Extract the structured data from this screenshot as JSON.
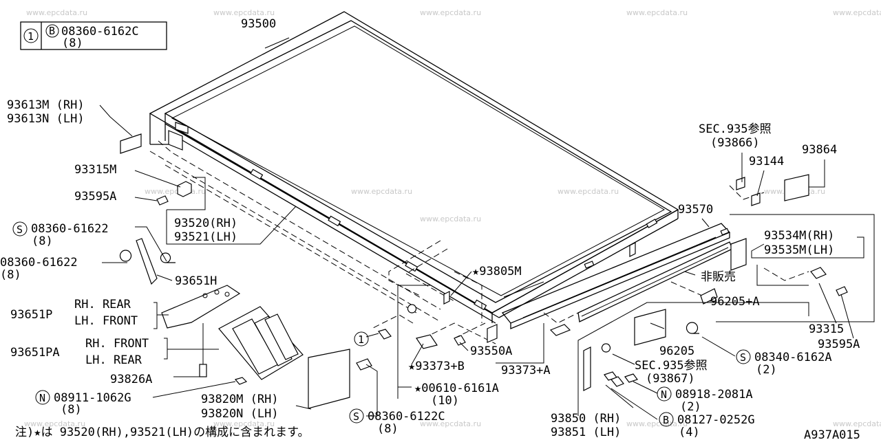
{
  "watermark": "www.epcdata.ru",
  "figure_code": "A937A015",
  "note": "注)★は 93520(RH),93521(LH)の構成に含まれます。",
  "legend": {
    "index": "1",
    "circle_letter": "B",
    "part": "08360-6162C",
    "qty": "(8)"
  },
  "labels": {
    "l93500": "93500",
    "l93613m": "93613M (RH)",
    "l93613n": "93613N (LH)",
    "l93315m": "93315M",
    "l93595a_l": "93595A",
    "l93520": "93520(RH)",
    "l93521": "93521(LH)",
    "s_part": "08360-61622",
    "s_qty": "(8)",
    "s_letter": "S",
    "bolt_part": "08360-61622",
    "bolt_qty": "(8)",
    "l93651h": "93651H",
    "l93651p": "93651P",
    "p_rh": "RH. REAR",
    "p_lh": "LH. FRONT",
    "l93651pa": "93651PA",
    "pa_rh": "RH. FRONT",
    "pa_lh": "LH. REAR",
    "l93826a": "93826A",
    "n1_letter": "N",
    "n1_part": "08911-1062G",
    "n1_qty": "(8)",
    "l93820m": "93820M (RH)",
    "l93820n": "93820N (LH)",
    "s2_letter": "S",
    "s2_part": "08360-6122C",
    "s2_qty": "(8)",
    "ref1": "1",
    "l93373b": "★93373+B",
    "l00610": "★00610-6161A",
    "q00610": "(10)",
    "l93550a": "93550A",
    "l93805m": "★93805M",
    "l93373a": "93373+A",
    "l93850": "93850 (RH)",
    "l93851": "93851 (LH)",
    "b_letter": "B",
    "b_part": "08127-0252G",
    "b_qty": "(4)",
    "n2_letter": "N",
    "n2_part": "08918-2081A",
    "n2_qty": "(2)",
    "sec2": "SEC.935参照",
    "sec2_ref": "(93867)",
    "l96205": "96205",
    "s3_letter": "S",
    "s3_part": "08340-6162A",
    "s3_qty": "(2)",
    "l96205a": "96205+A",
    "hihanbai": "非販売",
    "l93570": "93570",
    "l93534": "93534M(RH)",
    "l93535": "93535M(LH)",
    "l93315": "93315",
    "l93595a_r": "93595A",
    "sec1": "SEC.935参照",
    "sec1_ref": "(93866)",
    "l93144": "93144",
    "l93864": "93864"
  }
}
